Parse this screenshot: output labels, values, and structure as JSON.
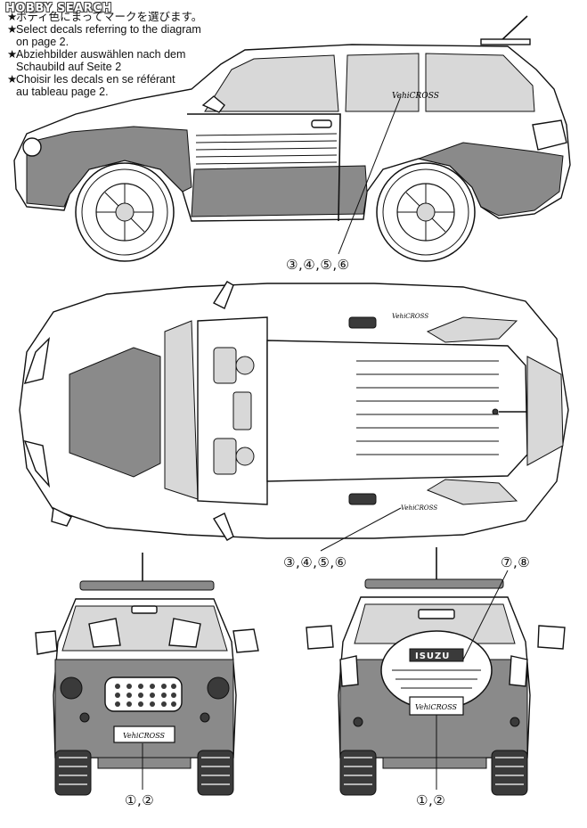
{
  "watermark": "HOBBY SEARCH",
  "header_jp": "ボディ色にまってマークを選びます。",
  "instructions": [
    "Select decals referring to the diagram",
    "on page 2.",
    "Abziehbilder auswählen nach dem",
    "Schaubild auf Seite 2",
    "Choisir les decals en se référant",
    "au tableau page 2."
  ],
  "callouts": {
    "side": "③,④,⑤,⑥",
    "top": "③,④,⑤,⑥",
    "rear_upper": "⑦,⑧",
    "front_bottom": "①,②",
    "rear_bottom": "①,②"
  },
  "vehicle": {
    "badge_side": "VehiCROSS",
    "badge_front": "VehiCROSS",
    "badge_rear": "VehiCROSS",
    "tire_brand": "ISUZU"
  }
}
